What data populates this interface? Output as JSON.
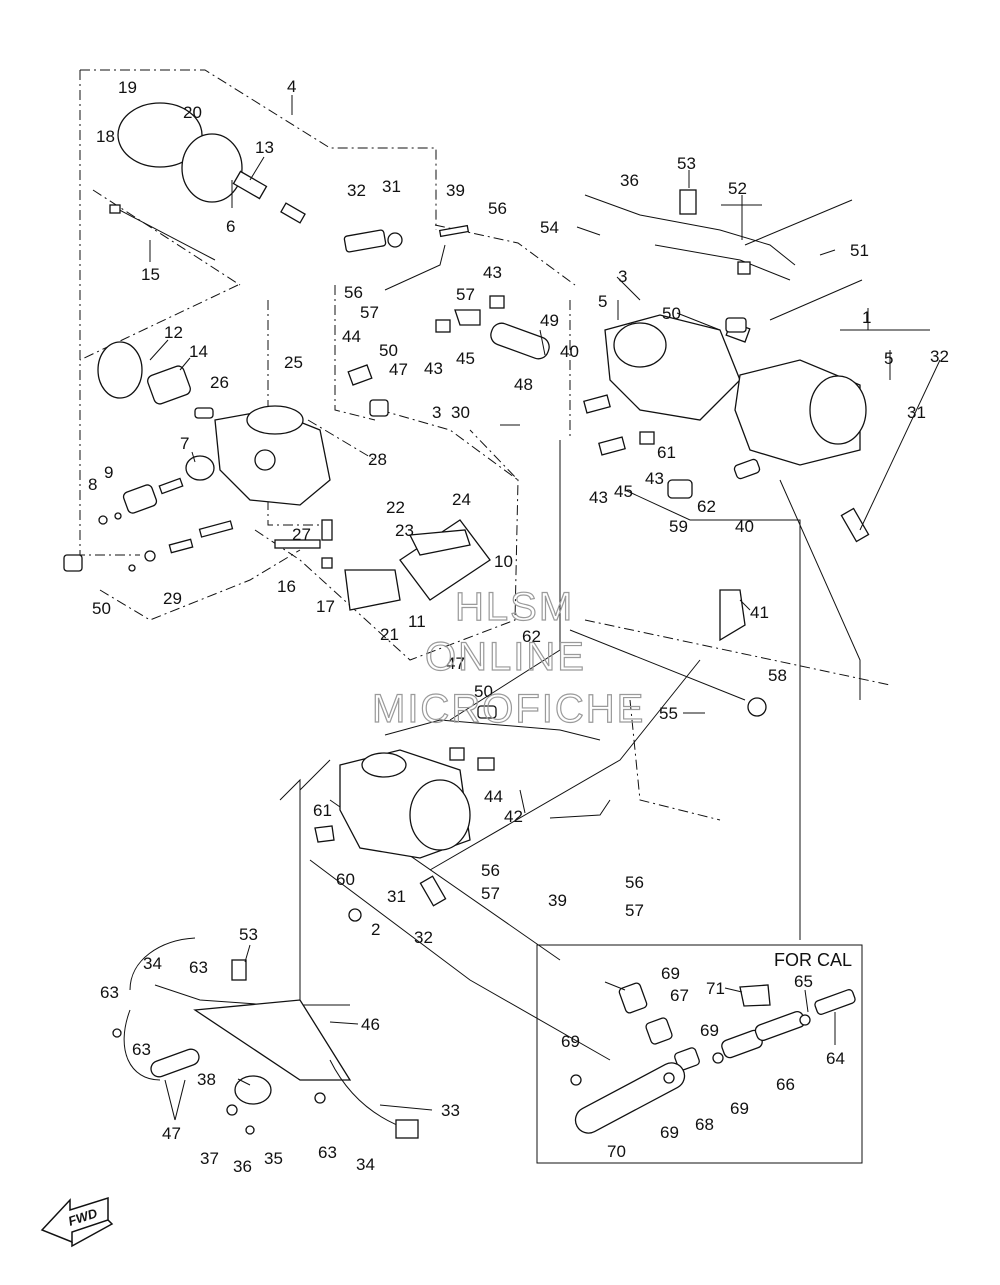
{
  "diagram": {
    "callouts": [
      "1",
      "2",
      "3",
      "4",
      "5",
      "6",
      "7",
      "8",
      "9",
      "10",
      "11",
      "12",
      "13",
      "14",
      "15",
      "16",
      "17",
      "18",
      "19",
      "20",
      "21",
      "22",
      "23",
      "24",
      "25",
      "26",
      "27",
      "28",
      "29",
      "30",
      "31",
      "32",
      "33",
      "34",
      "35",
      "36",
      "37",
      "38",
      "39",
      "40",
      "41",
      "42",
      "43",
      "44",
      "45",
      "46",
      "47",
      "48",
      "49",
      "50",
      "51",
      "52",
      "53",
      "54",
      "55",
      "56",
      "57",
      "58",
      "59",
      "60",
      "61",
      "62",
      "63",
      "64",
      "65",
      "66",
      "67",
      "68",
      "69",
      "70",
      "71"
    ],
    "inset_label": "FOR CAL",
    "fwd_label": "FWD",
    "watermark_lines": [
      "HLSM",
      "ONLINE",
      "MICROFICHE"
    ],
    "bracket_label": "3",
    "bracket_value": "30"
  }
}
